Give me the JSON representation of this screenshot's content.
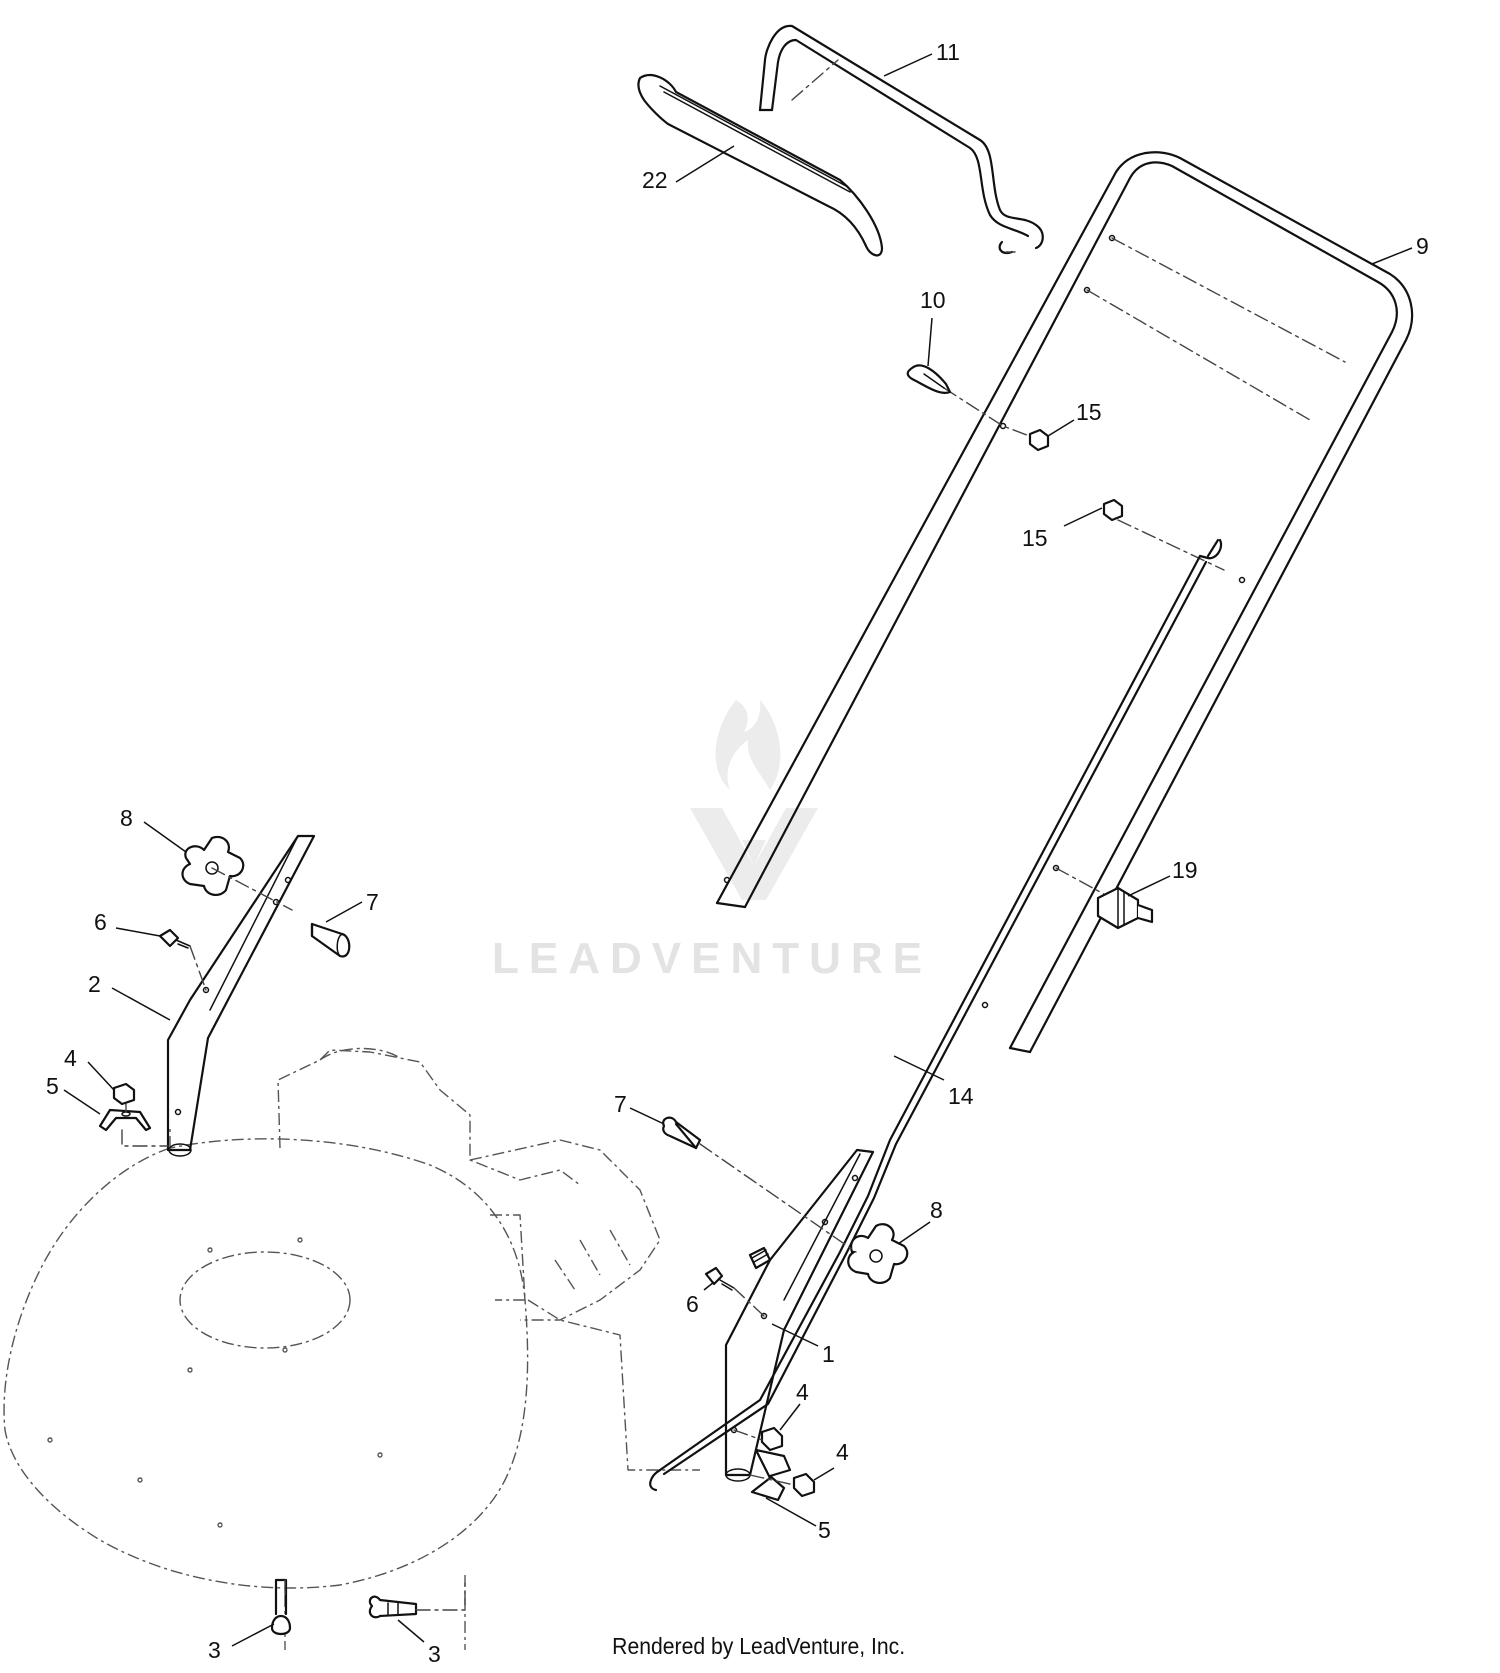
{
  "watermark": {
    "text": "LEADVENTURE"
  },
  "footer": {
    "credit": "Rendered by LeadVenture, Inc."
  },
  "callouts": [
    {
      "id": "c11",
      "label": "11"
    },
    {
      "id": "c22",
      "label": "22"
    },
    {
      "id": "c9",
      "label": "9"
    },
    {
      "id": "c10",
      "label": "10"
    },
    {
      "id": "c15a",
      "label": "15"
    },
    {
      "id": "c15b",
      "label": "15"
    },
    {
      "id": "c19",
      "label": "19"
    },
    {
      "id": "c8a",
      "label": "8"
    },
    {
      "id": "c7a",
      "label": "7"
    },
    {
      "id": "c6a",
      "label": "6"
    },
    {
      "id": "c2",
      "label": "2"
    },
    {
      "id": "c4a",
      "label": "4"
    },
    {
      "id": "c5a",
      "label": "5"
    },
    {
      "id": "c14",
      "label": "14"
    },
    {
      "id": "c7b",
      "label": "7"
    },
    {
      "id": "c8b",
      "label": "8"
    },
    {
      "id": "c6b",
      "label": "6"
    },
    {
      "id": "c1",
      "label": "1"
    },
    {
      "id": "c4b",
      "label": "4"
    },
    {
      "id": "c4c",
      "label": "4"
    },
    {
      "id": "c5b",
      "label": "5"
    },
    {
      "id": "c3a",
      "label": "3"
    },
    {
      "id": "c3b",
      "label": "3"
    }
  ]
}
